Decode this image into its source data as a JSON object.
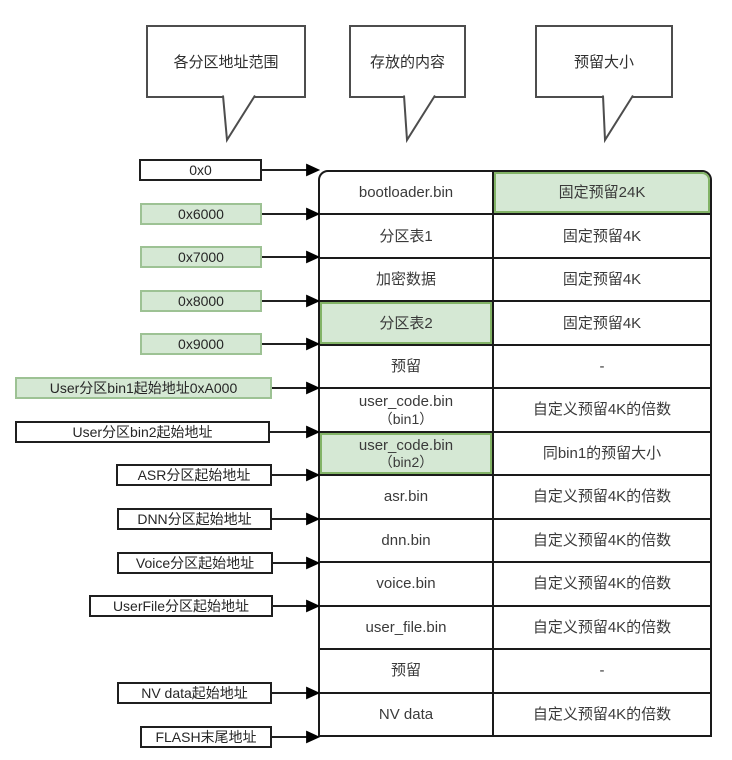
{
  "callouts": [
    {
      "label": "各分区地址范围"
    },
    {
      "label": "存放的内容"
    },
    {
      "label": "预留大小"
    }
  ],
  "address_labels": [
    {
      "text": "0x0"
    },
    {
      "text": "0x6000"
    },
    {
      "text": "0x7000"
    },
    {
      "text": "0x8000"
    },
    {
      "text": "0x9000"
    },
    {
      "text": "User分区bin1起始地址0xA000"
    },
    {
      "text": "User分区bin2起始地址"
    },
    {
      "text": "ASR分区起始地址"
    },
    {
      "text": "DNN分区起始地址"
    },
    {
      "text": "Voice分区起始地址"
    },
    {
      "text": "UserFile分区起始地址"
    },
    {
      "text": "NV data起始地址"
    },
    {
      "text": "FLASH末尾地址"
    }
  ],
  "table": {
    "rows": [
      {
        "content": "bootloader.bin",
        "size": "固定预留24K"
      },
      {
        "content": "分区表1",
        "size": "固定预留4K"
      },
      {
        "content": "加密数据",
        "size": "固定预留4K"
      },
      {
        "content": "分区表2",
        "size": "固定预留4K"
      },
      {
        "content": "预留",
        "size": "-"
      },
      {
        "content": "user_code.bin",
        "content_sub": "（bin1）",
        "size": "自定义预留4K的倍数"
      },
      {
        "content": "user_code.bin",
        "content_sub": "（bin2）",
        "size": "同bin1的预留大小"
      },
      {
        "content": "asr.bin",
        "size": "自定义预留4K的倍数"
      },
      {
        "content": "dnn.bin",
        "size": "自定义预留4K的倍数"
      },
      {
        "content": "voice.bin",
        "size": "自定义预留4K的倍数"
      },
      {
        "content": "user_file.bin",
        "size": "自定义预留4K的倍数"
      },
      {
        "content": "预留",
        "size": "-"
      },
      {
        "content": "NV data",
        "size": "自定义预留4K的倍数"
      }
    ]
  },
  "colors": {
    "green_fill": "#d5e8d4",
    "green_border": "#82b366"
  }
}
